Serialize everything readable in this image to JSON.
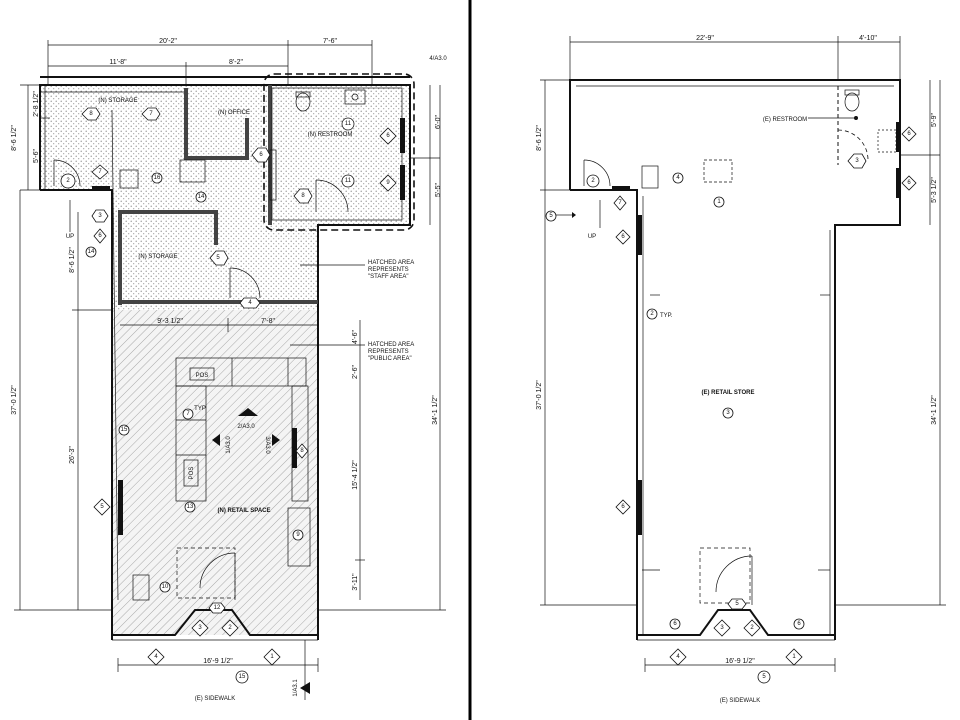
{
  "left_plan": {
    "dims": {
      "top_total": "20'-2\"",
      "top_right": "7'-6\"",
      "top_a": "11'-8\"",
      "top_b": "8'-2\"",
      "detail_ref": "4/A3.0",
      "left_a": "2'-8 1/2\"",
      "left_b": "8'-6 1/2\"",
      "left_c": "5'-6\"",
      "left_d": "8'-6 1/2\"",
      "left_total": "37'-0 1/2\"",
      "left_mid": "26'-3\"",
      "right_a": "6'-0\"",
      "right_b": "5'-5\"",
      "right_c": "4'-6\"",
      "right_d": "2'-6\"",
      "right_e": "15'-4 1/2\"",
      "right_f": "3'-11\"",
      "right_total": "34'-1 1/2\"",
      "mid_a": "9'-3 1/2\"",
      "mid_b": "7'-8\"",
      "bottom": "16'-9 1/2\"",
      "elev_ref_1": "2/A3.0",
      "elev_ref_2": "1/A3.0",
      "elev_ref_3": "3/A3.0",
      "bottom_ref": "1/A3.1"
    },
    "rooms": {
      "storage_top": "(N) STORAGE",
      "office": "(N) OFFICE",
      "restroom": "(N) RESTROOM",
      "storage_mid": "(N) STORAGE",
      "retail": "(N) RETAIL SPACE",
      "pos1": "POS",
      "pos2": "POS",
      "typ": "TYP"
    },
    "notes": {
      "staff": [
        "HATCHED AREA",
        "REPRESENTS",
        "\"STAFF AREA\""
      ],
      "public": [
        "HATCHED AREA",
        "REPRESENTS",
        "\"PUBLIC AREA\""
      ],
      "up": "UP",
      "sidewalk": "(E) SIDEWALK"
    },
    "tags": {
      "t1": "8",
      "t2": "7",
      "t3": "6",
      "t4": "11",
      "t5": "6",
      "t6": "11",
      "t7": "9",
      "t8": "8",
      "t9": "2",
      "t10": "16",
      "t11": "7",
      "t12": "14",
      "t13": "3",
      "t14": "14",
      "t15": "6",
      "t16": "15",
      "t17": "5",
      "t18": "4",
      "t19": "12",
      "t20": "7",
      "t21": "8",
      "t22": "5",
      "t23": "13",
      "t24": "9",
      "t25": "10",
      "t26": "3",
      "t27": "2",
      "t28": "4",
      "t29": "1",
      "t30": "15"
    }
  },
  "right_plan": {
    "dims": {
      "top_total": "22'-9\"",
      "top_right": "4'-10\"",
      "left_a": "8'-6 1/2\"",
      "left_total": "37'-0 1/2\"",
      "right_a": "5'-9\"",
      "right_b": "5'-3 1/2\"",
      "right_total": "34'-1 1/2\"",
      "bottom": "16'-9 1/2\""
    },
    "rooms": {
      "restroom": "(E) RESTROOM",
      "retail": "(E) RETAIL STORE",
      "typ": "TYP.",
      "up": "UP",
      "sidewalk": "(E) SIDEWALK"
    },
    "tags": {
      "r1": "5",
      "r2": "3",
      "r3": "6",
      "r4": "2",
      "r5": "4",
      "r6": "1",
      "r7": "7",
      "r8": "6",
      "r9": "2",
      "r10": "3",
      "r11": "6",
      "r12": "6",
      "r13": "2",
      "r14": "6",
      "r15": "5",
      "r16": "3",
      "r17": "4",
      "r18": "5",
      "r19": "6",
      "r20": "1"
    }
  }
}
